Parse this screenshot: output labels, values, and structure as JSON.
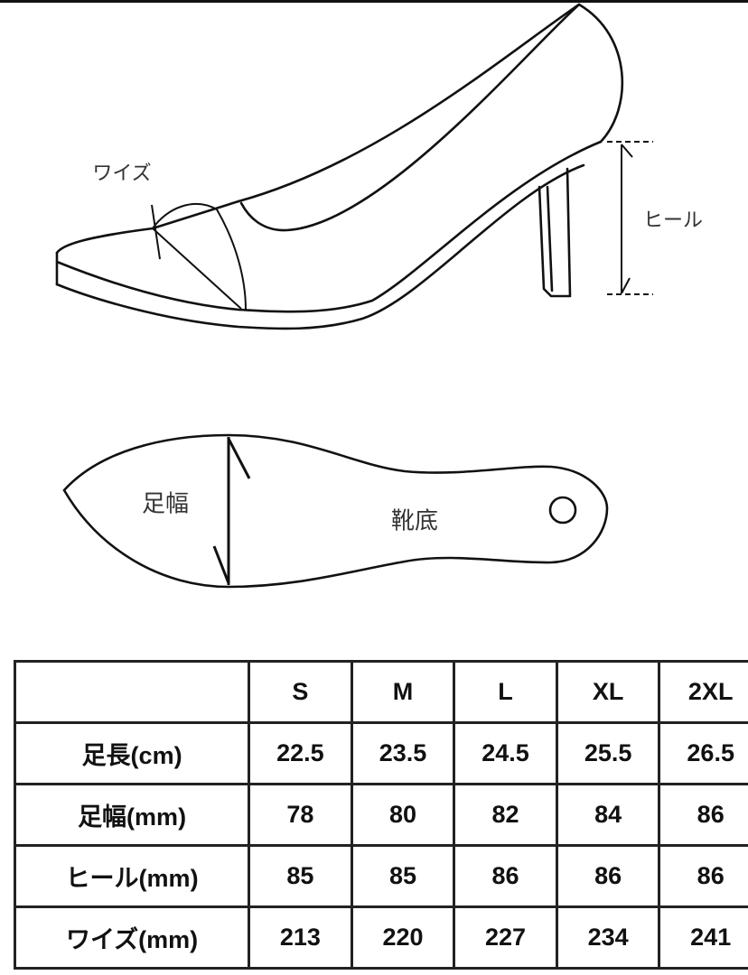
{
  "shoe_diagram": {
    "width_label": "ワイズ",
    "heel_label": "ヒール"
  },
  "insole_diagram": {
    "foot_width_label": "足幅",
    "sole_label": "靴底"
  },
  "size_table": {
    "columns": [
      "S",
      "M",
      "L",
      "XL",
      "2XL"
    ],
    "rows": [
      {
        "label": "足長(cm)",
        "values": [
          "22.5",
          "23.5",
          "24.5",
          "25.5",
          "26.5"
        ]
      },
      {
        "label": "足幅(mm)",
        "values": [
          "78",
          "80",
          "82",
          "84",
          "86"
        ]
      },
      {
        "label": "ヒール(mm)",
        "values": [
          "85",
          "85",
          "86",
          "86",
          "86"
        ]
      },
      {
        "label": "ワイズ(mm)",
        "values": [
          "213",
          "220",
          "227",
          "234",
          "241"
        ]
      }
    ]
  }
}
